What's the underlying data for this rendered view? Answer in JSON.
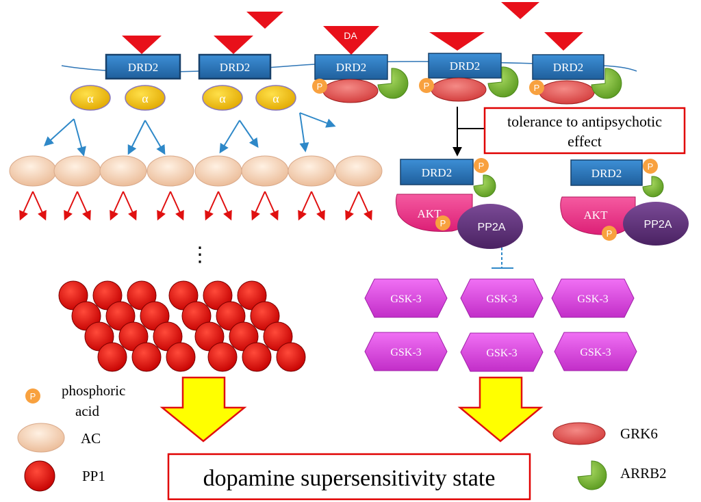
{
  "colors": {
    "ligand": "#e8101a",
    "receptor": "#2e75b6",
    "membrane": "#2e75b6",
    "g_alpha": "#f3c400",
    "ac": "#f3cfae",
    "pp1": "#ff0000",
    "grk6": "#e85c5c",
    "arrb2": "#7cbd35",
    "phospho": "#f8a13f",
    "akt": "#ee2f86",
    "pp2a": "#5b2d77",
    "gsk3": "#e24be6",
    "arrow_big": "#ffff00",
    "box_border": "#e00000"
  },
  "receptor_label": "DRD2",
  "da_label": "DA",
  "alpha_label": "α",
  "phospho_label": "P",
  "akt_label": "AKT",
  "pp2a_label": "PP2A",
  "gsk3_label": "GSK-3",
  "tolerance_text_line1": "tolerance to antipsychotic",
  "tolerance_text_line2": "effect",
  "ellipsis": "⋮",
  "result_text": "dopamine supersensitivity state",
  "legend": {
    "phospho_line1": "phosphoric",
    "phospho_line2": "acid",
    "ac": "AC",
    "pp1": "PP1",
    "grk6": "GRK6",
    "arrb2": "ARRB2"
  }
}
